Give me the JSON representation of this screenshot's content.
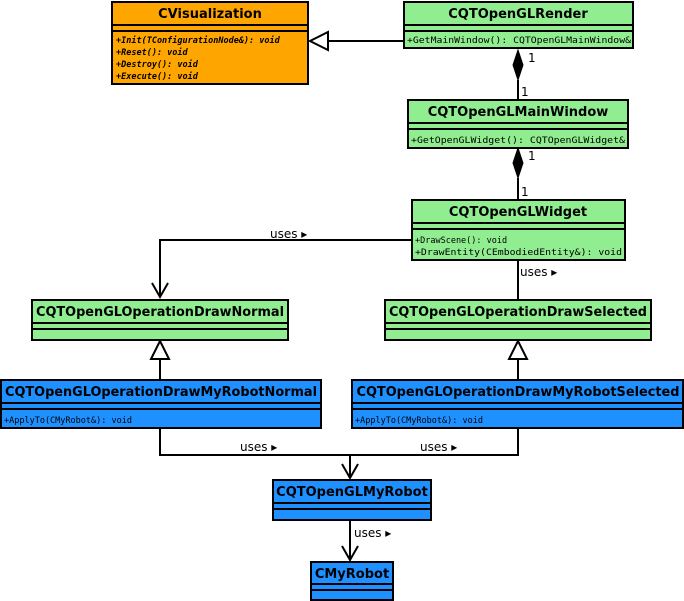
{
  "colors": {
    "orange": "#ffa500",
    "green": "#90ee90",
    "blue": "#1e90ff",
    "stroke": "#000000"
  },
  "classes": {
    "cvisualization": {
      "name": "CVisualization",
      "ops": [
        "+Init(TConfigurationNode&): void",
        "+Reset(): void",
        "+Destroy(): void",
        "+Execute(): void"
      ]
    },
    "render": {
      "name": "CQTOpenGLRender",
      "ops": [
        "+GetMainWindow(): CQTOpenGLMainWindow&"
      ]
    },
    "mainwindow": {
      "name": "CQTOpenGLMainWindow",
      "ops": [
        "+GetOpenGLWidget(): CQTOpenGLWidget&"
      ]
    },
    "widget": {
      "name": "CQTOpenGLWidget",
      "ops": [
        "+DrawScene(): void",
        "+DrawEntity(CEmbodiedEntity&): void"
      ]
    },
    "drawnormal": {
      "name": "CQTOpenGLOperationDrawNormal"
    },
    "drawselected": {
      "name": "CQTOpenGLOperationDrawSelected"
    },
    "myrobotnormal": {
      "name": "CQTOpenGLOperationDrawMyRobotNormal",
      "ops": [
        "+ApplyTo(CMyRobot&): void"
      ]
    },
    "myrobotselected": {
      "name": "CQTOpenGLOperationDrawMyRobotSelected",
      "ops": [
        "+ApplyTo(CMyRobot&): void"
      ]
    },
    "qtmyrobot": {
      "name": "CQTOpenGLMyRobot"
    },
    "cmyrobot": {
      "name": "CMyRobot"
    }
  },
  "labels": {
    "uses": "uses ▸",
    "one": "1"
  }
}
